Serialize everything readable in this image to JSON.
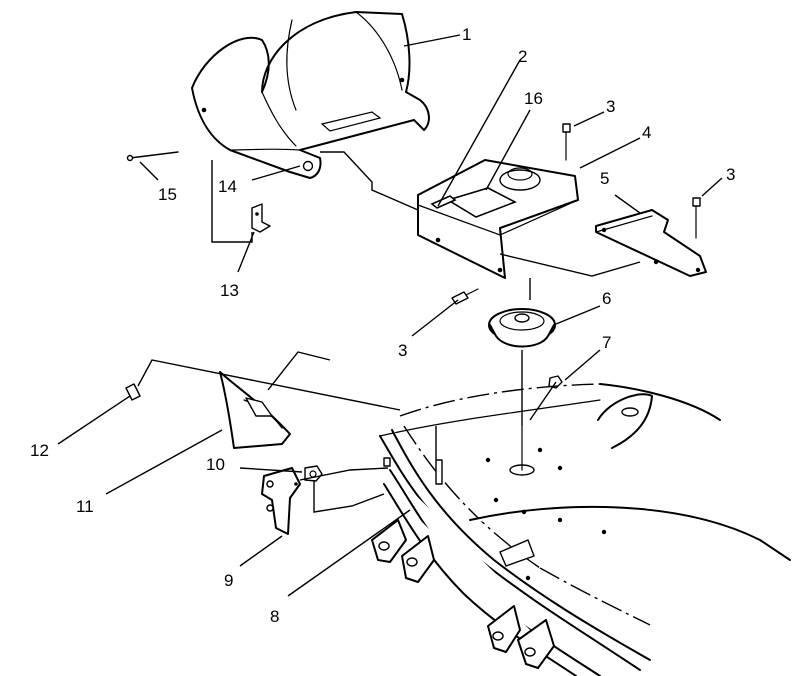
{
  "callouts": [
    {
      "id": "1",
      "label": "1",
      "part": "discharge-chute"
    },
    {
      "id": "2",
      "label": "2",
      "part": "chute-mount-decal"
    },
    {
      "id": "3a",
      "label": "3",
      "part": "bolt"
    },
    {
      "id": "3b",
      "label": "3",
      "part": "bolt"
    },
    {
      "id": "3c",
      "label": "3",
      "part": "bolt"
    },
    {
      "id": "4",
      "label": "4",
      "part": "pulley-cover"
    },
    {
      "id": "5",
      "label": "5",
      "part": "cover-bracket"
    },
    {
      "id": "6",
      "label": "6",
      "part": "idler-pulley"
    },
    {
      "id": "7",
      "label": "7",
      "part": "nut"
    },
    {
      "id": "8",
      "label": "8",
      "part": "mower-deck"
    },
    {
      "id": "9",
      "label": "9",
      "part": "mounting-bracket"
    },
    {
      "id": "10",
      "label": "10",
      "part": "lock-nut"
    },
    {
      "id": "11",
      "label": "11",
      "part": "deflector"
    },
    {
      "id": "12",
      "label": "12",
      "part": "screw"
    },
    {
      "id": "13",
      "label": "13",
      "part": "angle-bracket"
    },
    {
      "id": "14",
      "label": "14",
      "part": "rivet"
    },
    {
      "id": "15",
      "label": "15",
      "part": "pin"
    },
    {
      "id": "16",
      "label": "16",
      "part": "warning-decal"
    }
  ],
  "colors": {
    "ink": "#000000",
    "paper": "#ffffff"
  }
}
